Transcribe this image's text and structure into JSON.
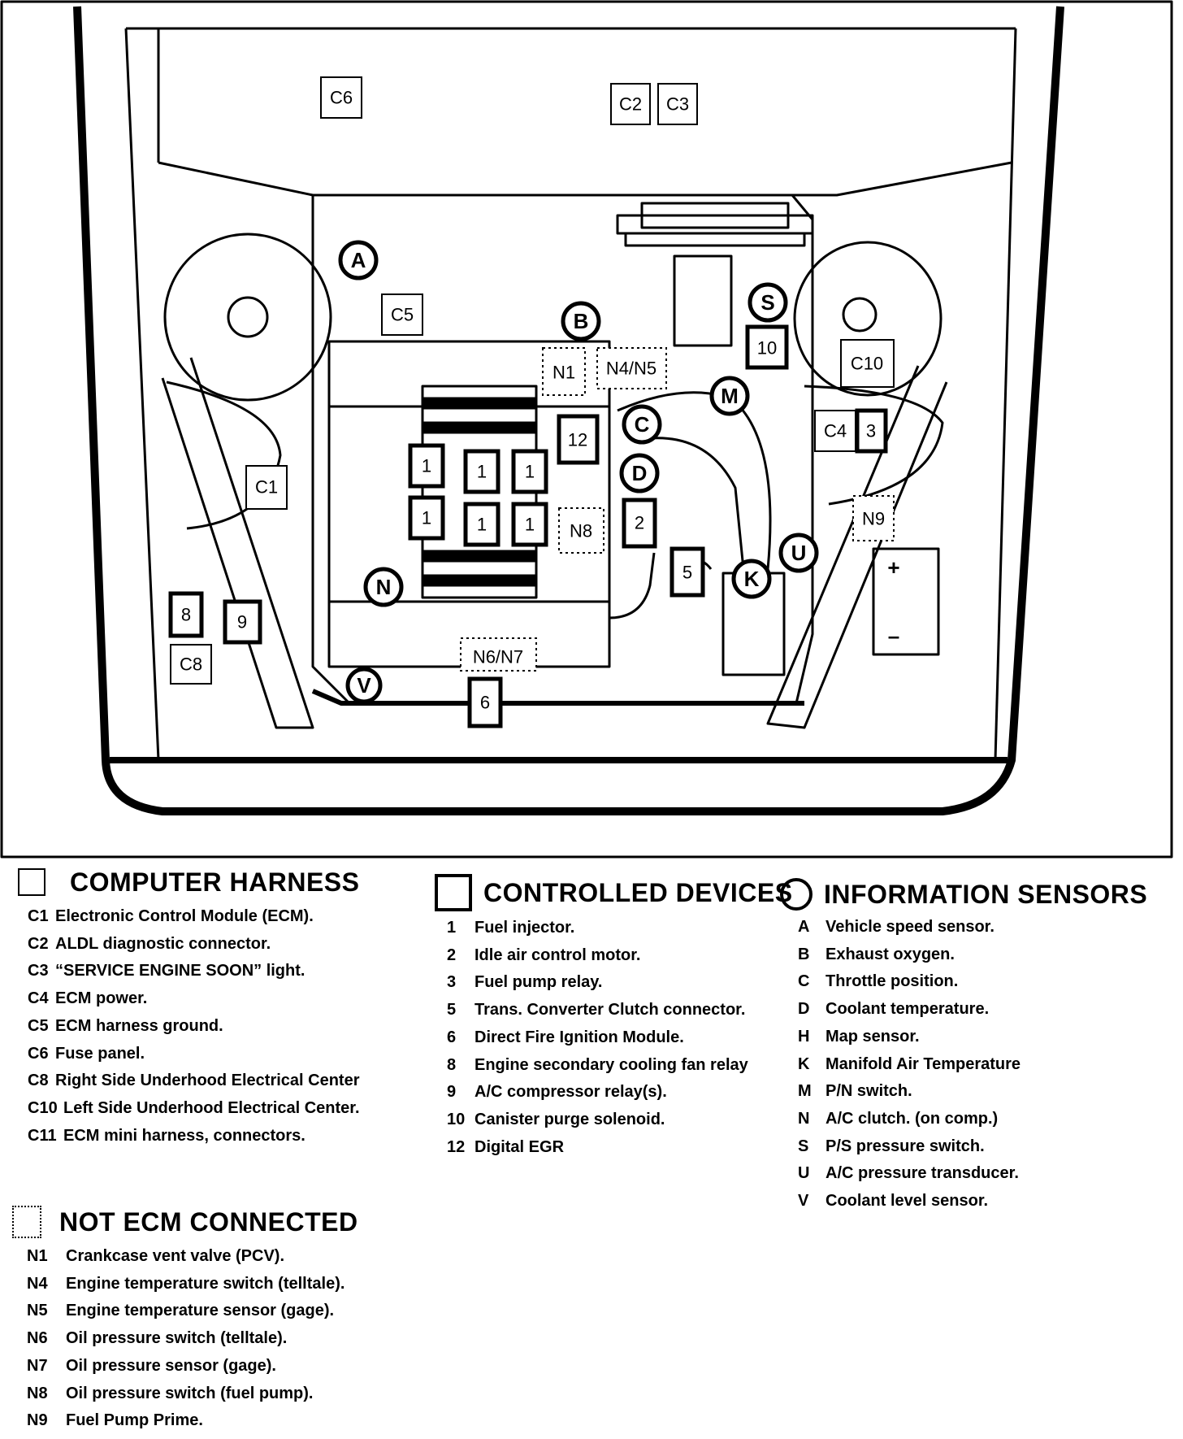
{
  "diagram": {
    "square_labels": {
      "c6": "C6",
      "c2": "C2",
      "c3": "C3",
      "c5": "C5",
      "c1": "C1",
      "c8": "C8",
      "c4": "C4",
      "c10": "C10"
    },
    "device_labels": {
      "d12": "12",
      "d10": "10",
      "d3": "3",
      "d2": "2",
      "d5": "5",
      "d8": "8",
      "d9": "9",
      "d6": "6",
      "inj1": "1",
      "inj2": "1",
      "inj3": "1",
      "inj4": "1",
      "inj5": "1",
      "inj6": "1"
    },
    "dotted_labels": {
      "n1": "N1",
      "n4n5": "N4/N5",
      "n8": "N8",
      "n9": "N9",
      "n6n7": "N6/N7"
    },
    "circle_labels": {
      "a": "A",
      "b": "B",
      "s": "S",
      "m": "M",
      "c": "C",
      "d": "D",
      "u": "U",
      "k": "K",
      "n": "N",
      "v": "V"
    },
    "battery": {
      "plus": "+",
      "minus": "–"
    }
  },
  "legend": {
    "computer_harness": {
      "title": "COMPUTER HARNESS",
      "items": [
        {
          "code": "C1",
          "text": "Electronic Control Module (ECM)."
        },
        {
          "code": "C2",
          "text": "ALDL diagnostic connector."
        },
        {
          "code": "C3",
          "text": "“SERVICE ENGINE SOON” light."
        },
        {
          "code": "C4",
          "text": "ECM power."
        },
        {
          "code": "C5",
          "text": "ECM harness ground."
        },
        {
          "code": "C6",
          "text": "Fuse panel."
        },
        {
          "code": "C8",
          "text": "Right Side Underhood Electrical  Center"
        },
        {
          "code": "C10",
          "text": " Left Side Underhood Electrical Center."
        },
        {
          "code": "C11",
          "text": "ECM mini harness, connectors."
        }
      ]
    },
    "controlled_devices": {
      "title": "CONTROLLED DEVICES",
      "items": [
        {
          "code": "1",
          "text": "Fuel injector."
        },
        {
          "code": "2",
          "text": "Idle air control motor."
        },
        {
          "code": "3",
          "text": "Fuel pump relay."
        },
        {
          "code": "5",
          "text": "Trans. Converter Clutch connector."
        },
        {
          "code": "6",
          "text": "Direct Fire Ignition Module."
        },
        {
          "code": "8",
          "text": "Engine secondary cooling fan relay"
        },
        {
          "code": "9",
          "text": "A/C compressor relay(s)."
        },
        {
          "code": "10",
          "text": "Canister purge solenoid."
        },
        {
          "code": "12",
          "text": "Digital EGR"
        }
      ]
    },
    "information_sensors": {
      "title": "INFORMATION SENSORS",
      "items": [
        {
          "code": "A",
          "text": "Vehicle speed sensor."
        },
        {
          "code": "B",
          "text": "Exhaust oxygen."
        },
        {
          "code": "C",
          "text": "Throttle position."
        },
        {
          "code": "D",
          "text": "Coolant temperature."
        },
        {
          "code": "H",
          "text": "Map sensor."
        },
        {
          "code": "K",
          "text": "Manifold Air Temperature"
        },
        {
          "code": "M",
          "text": "P/N switch."
        },
        {
          "code": "N",
          "text": "A/C clutch. (on comp.)"
        },
        {
          "code": "S",
          "text": "P/S pressure switch."
        },
        {
          "code": "U",
          "text": "A/C pressure transducer."
        },
        {
          "code": "V",
          "text": "Coolant level sensor."
        }
      ]
    },
    "not_ecm_connected": {
      "title": "NOT ECM CONNECTED",
      "items": [
        {
          "code": "N1",
          "text": "Crankcase vent valve (PCV)."
        },
        {
          "code": "N4",
          "text": "Engine temperature switch (telltale)."
        },
        {
          "code": "N5",
          "text": "Engine temperature sensor (gage)."
        },
        {
          "code": "N6",
          "text": "Oil pressure switch (telltale)."
        },
        {
          "code": "N7",
          "text": "Oil pressure sensor (gage)."
        },
        {
          "code": "N8",
          "text": "Oil pressure switch (fuel pump)."
        },
        {
          "code": "N9",
          "text": "Fuel Pump Prime."
        }
      ]
    }
  }
}
